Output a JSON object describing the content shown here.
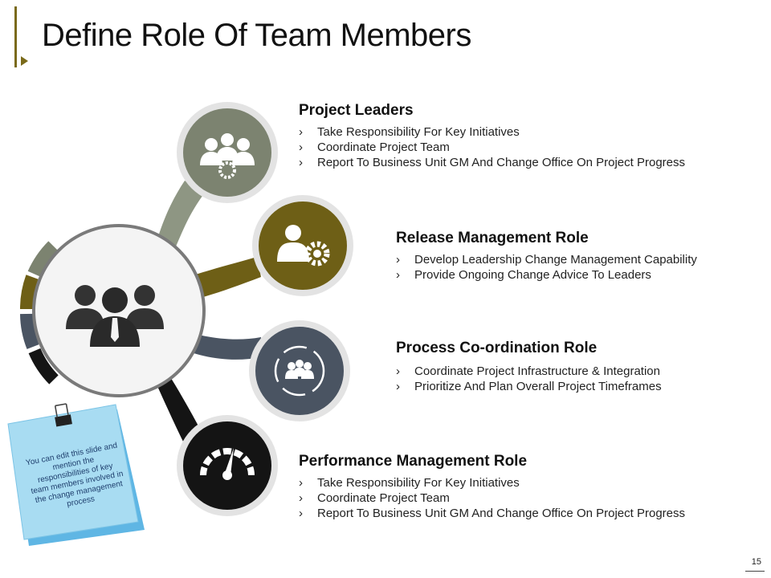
{
  "slide": {
    "title": "Define Role Of Team Members",
    "page_number": "15"
  },
  "sections": [
    {
      "heading": "Project Leaders",
      "icon": "team-gear-icon",
      "color": "#7c8370",
      "bullets": [
        "Take Responsibility For Key Initiatives",
        "Coordinate Project Team",
        "Report To Business Unit GM And Change Office On Project Progress"
      ]
    },
    {
      "heading": "Release Management Role",
      "icon": "person-gear-icon",
      "color": "#6e5f16",
      "bullets": [
        "Develop Leadership Change Management Capability",
        "Provide Ongoing Change Advice To Leaders"
      ]
    },
    {
      "heading": "Process Co-ordination Role",
      "icon": "team-cycle-icon",
      "color": "#4a5462",
      "bullets": [
        "Coordinate Project Infrastructure & Integration",
        "Prioritize And Plan Overall Project Timeframes"
      ]
    },
    {
      "heading": "Performance Management Role",
      "icon": "speedometer-icon",
      "color": "#141414",
      "bullets": [
        "Take Responsibility For Key Initiatives",
        "Coordinate Project Team",
        "Report To Business Unit GM And Change Office On Project Progress"
      ]
    }
  ],
  "hub": {
    "icon": "team-icon"
  },
  "note": {
    "text": "You can edit this slide and mention the responsibilities of key team members involved in the change management process",
    "icon": "binder-clip-icon",
    "color": "#a8dcf2"
  },
  "bullet_glyph": "›"
}
